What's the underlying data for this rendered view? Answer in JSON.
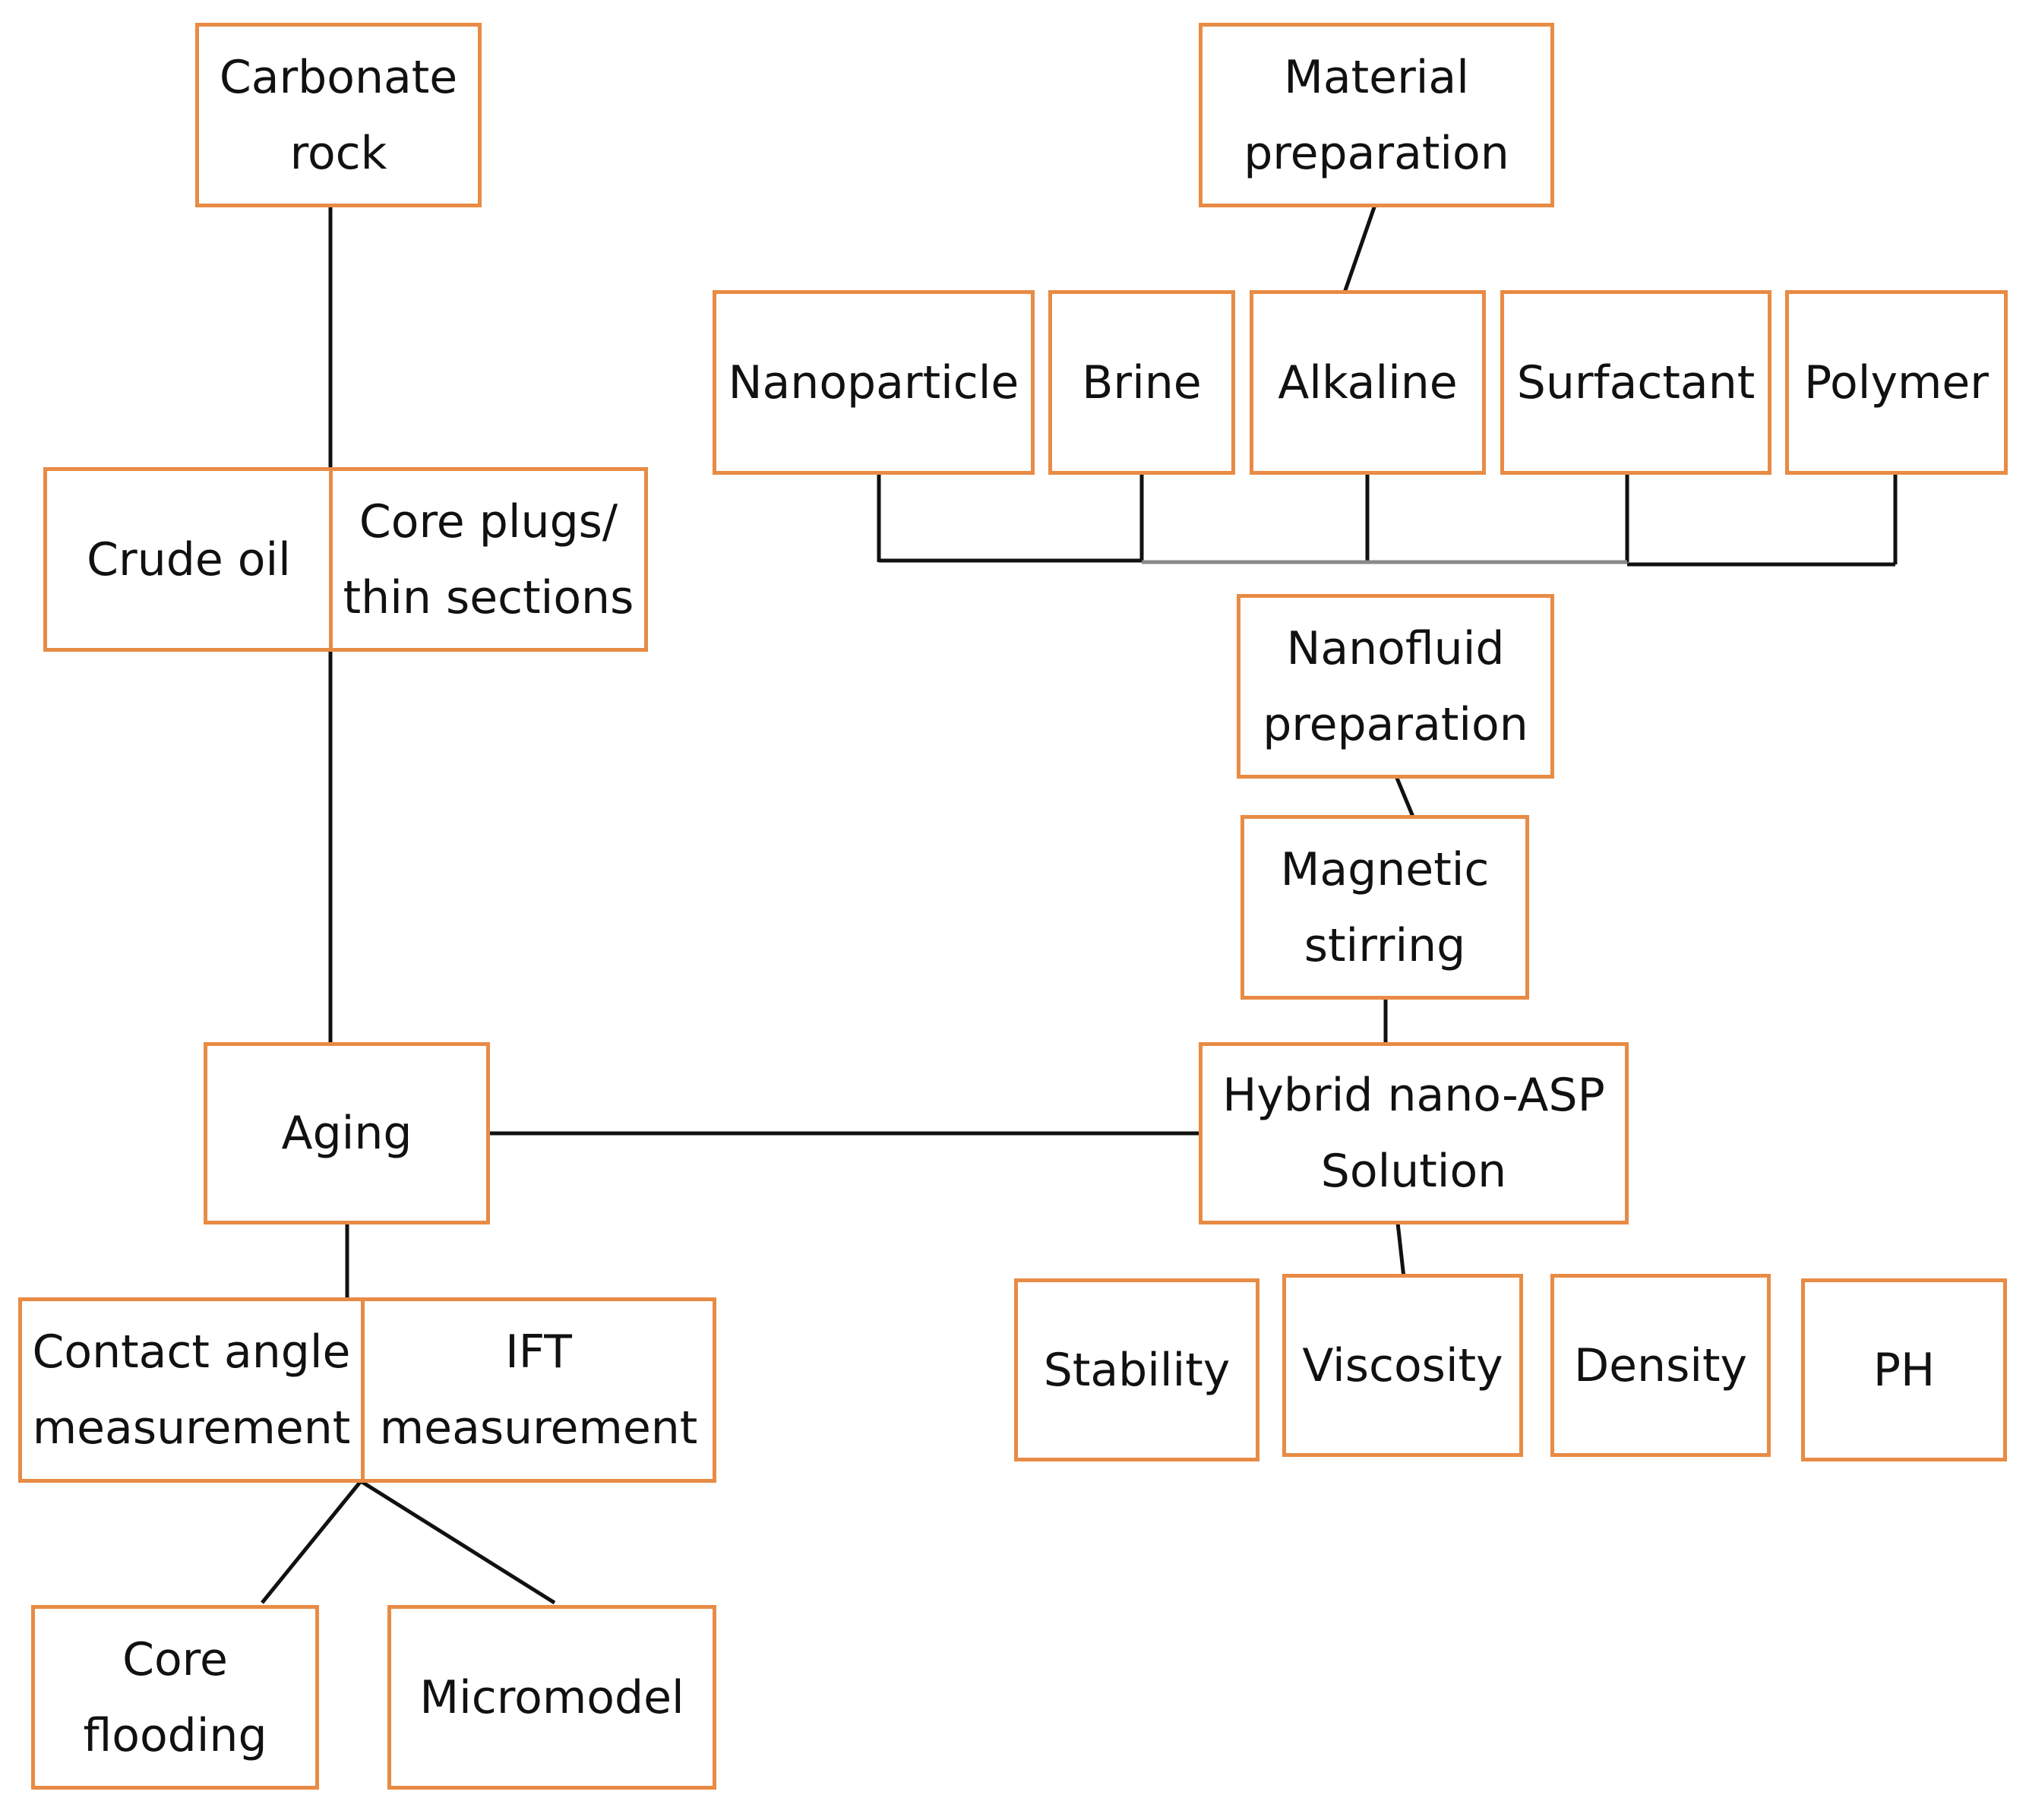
{
  "colors": {
    "box_border": "#E88B45",
    "connector": "#111111",
    "text": "#111111"
  },
  "nodes": {
    "carbonate_rock": "Carbonate\nrock",
    "crude_oil": "Crude oil",
    "core_plugs": "Core plugs/\nthin sections",
    "aging": "Aging",
    "contact_angle": "Contact angle\nmeasurement",
    "ift": "IFT\nmeasurement",
    "core_flooding": "Core\nflooding",
    "micromodel": "Micromodel",
    "material_preparation": "Material\npreparation",
    "nanoparticle": "Nanoparticle",
    "brine": "Brine",
    "alkaline": "Alkaline",
    "surfactant": "Surfactant",
    "polymer": "Polymer",
    "nanofluid_preparation": "Nanofluid\npreparation",
    "magnetic_stirring": "Magnetic\nstirring",
    "hybrid_solution": "Hybrid nano-ASP\nSolution",
    "stability": "Stability",
    "viscosity": "Viscosity",
    "density": "Density",
    "ph": "PH"
  }
}
